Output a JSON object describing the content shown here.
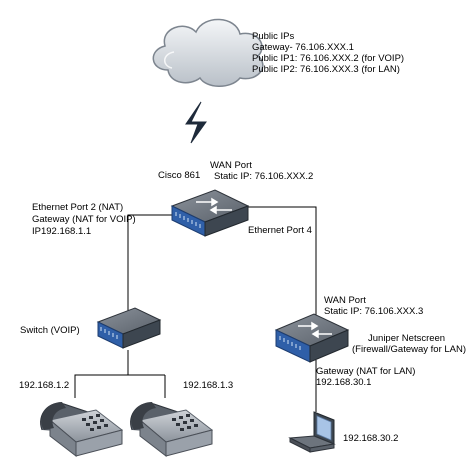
{
  "cloud": {
    "label": "Public IPs",
    "gateway": "Gateway- 76.106.XXX.1",
    "ip1": "Public IP1: 76.106.XXX.2 (for VOIP)",
    "ip2": "Public IP2: 76.106.XXX.3 (for LAN)"
  },
  "router": {
    "name": "Cisco 861",
    "wan_port": "WAN Port",
    "static_ip": "Static IP: 76.106.XXX.2",
    "eth2_title": "Ethernet Port 2 (NAT)",
    "eth2_gateway": "Gateway (NAT for VOIP)",
    "eth2_ip": "IP192.168.1.1",
    "eth4": "Ethernet Port 4"
  },
  "switch": {
    "name": "Switch (VOIP)"
  },
  "phones": [
    {
      "ip": "192.168.1.2"
    },
    {
      "ip": "192.168.1.3"
    }
  ],
  "firewall": {
    "wan_port": "WAN Port",
    "static_ip": "Static IP: 76.106.XXX.3",
    "name": "Juniper Netscreen",
    "role": "(Firewall/Gateway for LAN)",
    "gateway": "Gateway (NAT for LAN)",
    "gateway_ip": "192.168.30.1"
  },
  "laptop": {
    "ip": "192.168.30.2"
  },
  "colors": {
    "device_blue": "#2f5fa8",
    "device_gray": "#4a4f57",
    "lightning": "#1e2a3a"
  }
}
